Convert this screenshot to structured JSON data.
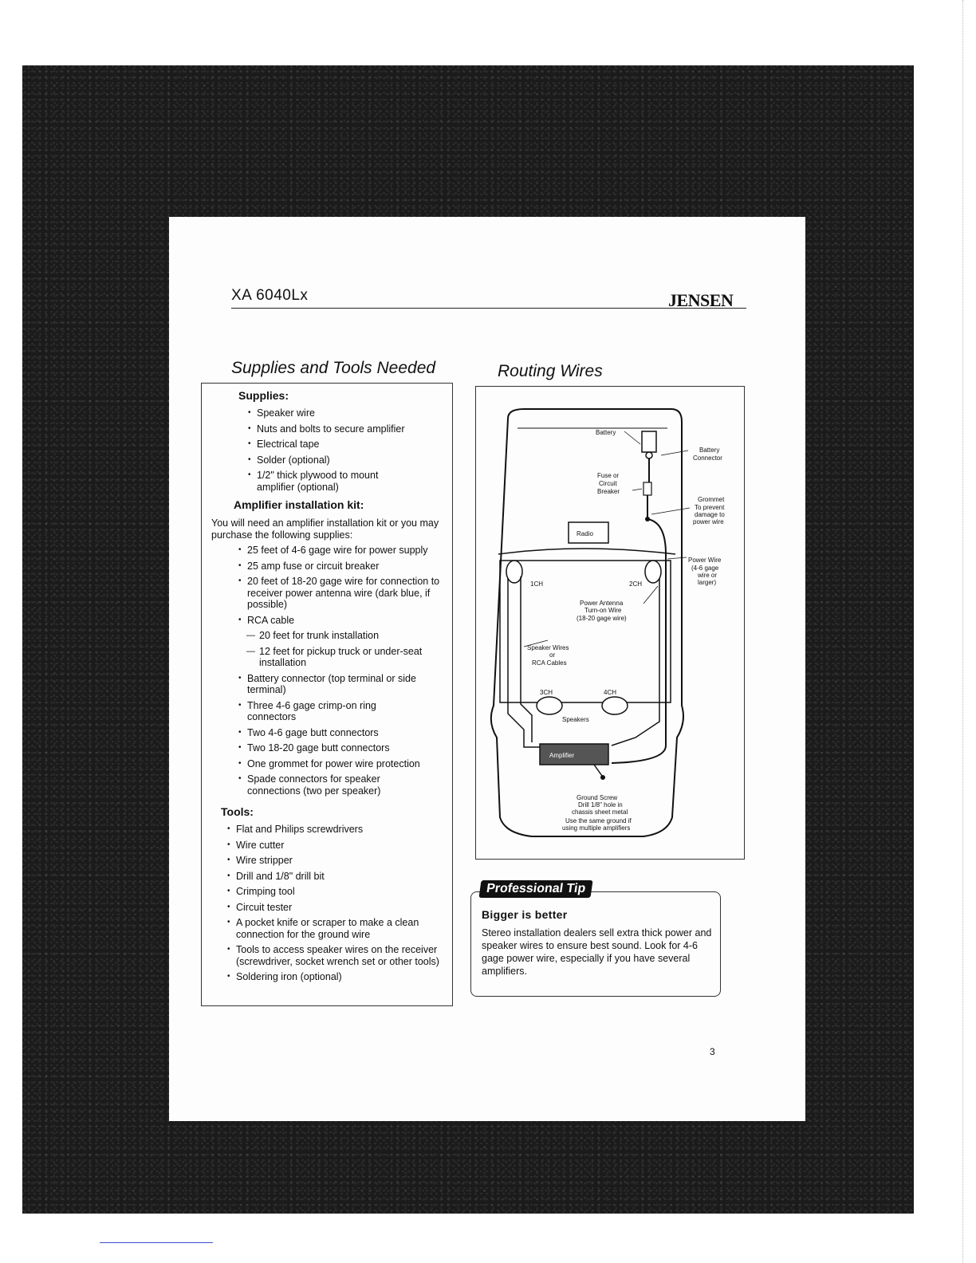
{
  "header": {
    "model": "XA 6040Lx",
    "brand": "JENSEN"
  },
  "supplies_section": {
    "title": "Supplies and Tools Needed",
    "supplies_heading": "Supplies:",
    "supplies_items": [
      "Speaker wire",
      "Nuts and bolts to secure amplifier",
      "Electrical tape",
      "Solder (optional)",
      "1/2\" thick plywood to mount amplifier (optional)"
    ],
    "kit_heading": "Amplifier installation kit:",
    "kit_intro": "You will need an amplifier installation kit or you may purchase the following supplies:",
    "kit_items": [
      "25 feet of 4-6 gage wire for power supply",
      "25 amp fuse or circuit breaker",
      "20 feet of 18-20 gage wire for connection to receiver power antenna wire (dark blue, if possible)",
      "RCA cable"
    ],
    "rca_subitems": [
      "20 feet for trunk installation",
      "12 feet for pickup truck or under-seat installation"
    ],
    "kit_items_more": [
      "Battery connector (top terminal or side terminal)",
      "Three 4-6 gage crimp-on ring connectors",
      "Two 4-6 gage butt connectors",
      "Two 18-20 gage butt connectors",
      "One grommet for power wire protection",
      "Spade connectors for speaker connections (two per speaker)"
    ],
    "tools_heading": "Tools:",
    "tools_items": [
      "Flat and Philips screwdrivers",
      "Wire cutter",
      "Wire stripper",
      "Drill and 1/8\" drill bit",
      "Crimping tool",
      "Circuit tester",
      "A pocket knife or scraper to make a clean connection for the ground wire",
      "Tools to access speaker wires on the receiver (screwdriver, socket wrench set or other tools)",
      "Soldering iron (optional)"
    ]
  },
  "routing_section": {
    "title": "Routing Wires",
    "labels": {
      "battery": "Battery",
      "battery_connector_1": "Battery",
      "battery_connector_2": "Connector",
      "fuse_1": "Fuse or",
      "fuse_2": "Circuit",
      "fuse_3": "Breaker",
      "grommet_1": "Grommet",
      "grommet_2": "To prevent",
      "grommet_3": "damage to",
      "grommet_4": "power wire",
      "radio": "Radio",
      "power_wire_1": "Power Wire",
      "power_wire_2": "(4-6 gage",
      "power_wire_3": "wire or",
      "power_wire_4": "larger)",
      "ch1": "1CH",
      "ch2": "2CH",
      "antenna_1": "Power Antenna",
      "antenna_2": "Turn-on Wire",
      "antenna_3": "(18-20 gage wire)",
      "speaker_wires_1": "Speaker Wires",
      "speaker_wires_2": "or",
      "speaker_wires_3": "RCA Cables",
      "ch3": "3CH",
      "ch4": "4CH",
      "speakers": "Speakers",
      "amplifier": "Amplifier",
      "ground_1": "Ground Screw",
      "ground_2": "Drill 1/8\" hole in",
      "ground_3": "chassis sheet metal",
      "ground_4": "Use the same ground if",
      "ground_5": "using multiple amplifiers"
    }
  },
  "tip": {
    "badge": "Professional Tip",
    "title": "Bigger is better",
    "body": "Stereo installation dealers sell extra thick power and speaker wires to ensure best sound. Look for 4-6 gage power wire, especially if you have several amplifiers."
  },
  "page_number": "3"
}
